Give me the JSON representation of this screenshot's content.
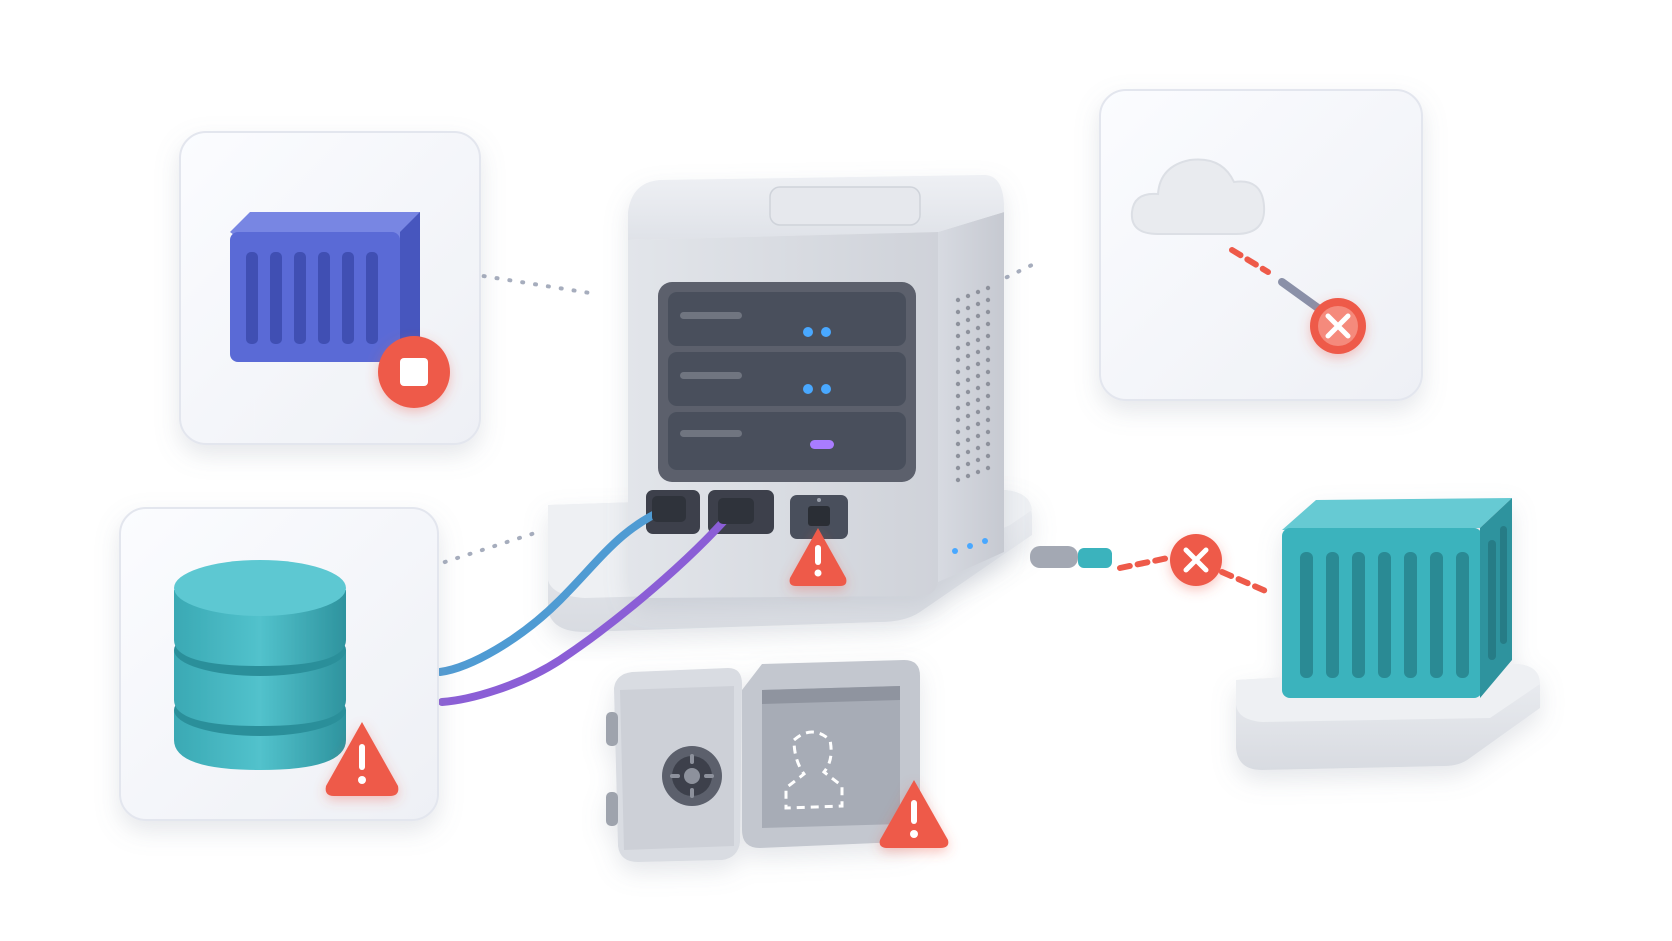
{
  "scene": {
    "nodes": [
      {
        "id": "server-host",
        "kind": "server",
        "status": "warning",
        "drive_bays": 3,
        "power_ports": 2
      },
      {
        "id": "container-stopped",
        "kind": "container",
        "status": "stopped"
      },
      {
        "id": "cloud-network",
        "kind": "cloud",
        "status": "disconnected"
      },
      {
        "id": "database",
        "kind": "database",
        "status": "warning"
      },
      {
        "id": "secrets-vault",
        "kind": "vault",
        "status": "warning",
        "state": "open-empty"
      },
      {
        "id": "container-teal",
        "kind": "container",
        "status": "disconnected"
      }
    ],
    "links": [
      {
        "from": "server-host",
        "to": "container-stopped",
        "style": "dotted"
      },
      {
        "from": "server-host",
        "to": "cloud-network",
        "style": "dotted"
      },
      {
        "from": "server-host",
        "to": "database",
        "style": "cable",
        "cables": 2
      },
      {
        "from": "server-host",
        "to": "container-teal",
        "style": "broken"
      }
    ],
    "colors": {
      "container_blue": "#5a6bd6",
      "container_teal": "#3bb3bd",
      "database_teal": "#48b7c2",
      "cable_blue": "#4f9bd3",
      "cable_purple": "#8b5ed6",
      "alert_red": "#ee5a4a",
      "server_gray": "#d5d8df",
      "panel_dark": "#4a4f5c",
      "led_blue": "#4aa8ff",
      "led_purple": "#a97bff"
    },
    "icons": [
      "stop-icon",
      "warning-icon",
      "error-x-icon",
      "cloud-icon",
      "container-icon",
      "database-icon",
      "vault-icon",
      "server-icon"
    ]
  }
}
